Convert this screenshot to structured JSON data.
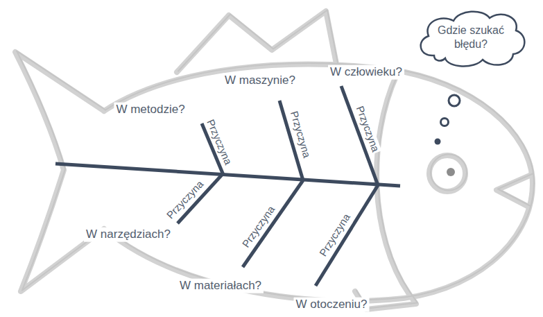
{
  "diagram": {
    "nodes": [
      {
        "text": [
          "Gdzie szukać błędu?"
        ]
      }
    ],
    "labels": [
      "W metodzie?",
      "W maszynie?",
      "W człowieku?",
      "Przyczyna",
      "Przyczyna",
      "Przyczyna",
      "Przyczyna",
      "Przyczyna",
      "Przyczyna",
      "W narzędziach?",
      "W materiałach?",
      "W otoczeniu?"
    ]
  }
}
